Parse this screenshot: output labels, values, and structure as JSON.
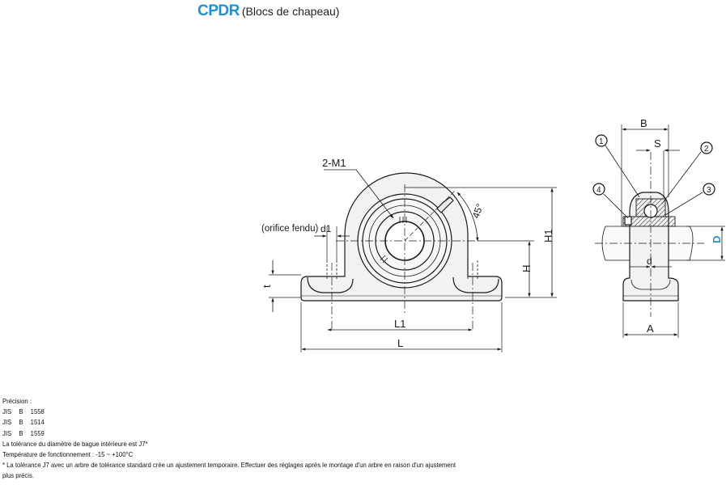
{
  "title": {
    "code": "CPDR",
    "subtitle": "(Blocs de chapeau)"
  },
  "colors": {
    "accent": "#1f8fd6",
    "body_fill": "#f2f2f2",
    "line": "#1a1a1a"
  },
  "front_view": {
    "labels": {
      "thread": "2-M1",
      "split_hole": "(orifice fendu)",
      "d1": "d1",
      "t": "t",
      "L1": "L1",
      "L": "L",
      "H": "H",
      "H1": "H1",
      "angle": "45°"
    }
  },
  "side_view": {
    "labels": {
      "B": "B",
      "S": "S",
      "A": "A",
      "d": "d",
      "D": "D"
    },
    "callouts": [
      "1",
      "2",
      "3",
      "4"
    ]
  },
  "notes": {
    "precision_label": "Précision :",
    "jis": [
      {
        "std": "JIS",
        "cls": "B",
        "num": "1558"
      },
      {
        "std": "JIS",
        "cls": "B",
        "num": "1514"
      },
      {
        "std": "JIS",
        "cls": "B",
        "num": "1559"
      }
    ],
    "tolerance": "La tolérance du diamètre de bague intérieure est J7*",
    "temperature": "Température de fonctionnement : -15 ~ +100°C",
    "footnote_1": "* La tolérance J7 avec un arbre de tolérance standard crée un ajustement temporaire. Effectuer des réglages après le montage d'un arbre en raison d'un ajustement",
    "footnote_2": "plus précis."
  }
}
